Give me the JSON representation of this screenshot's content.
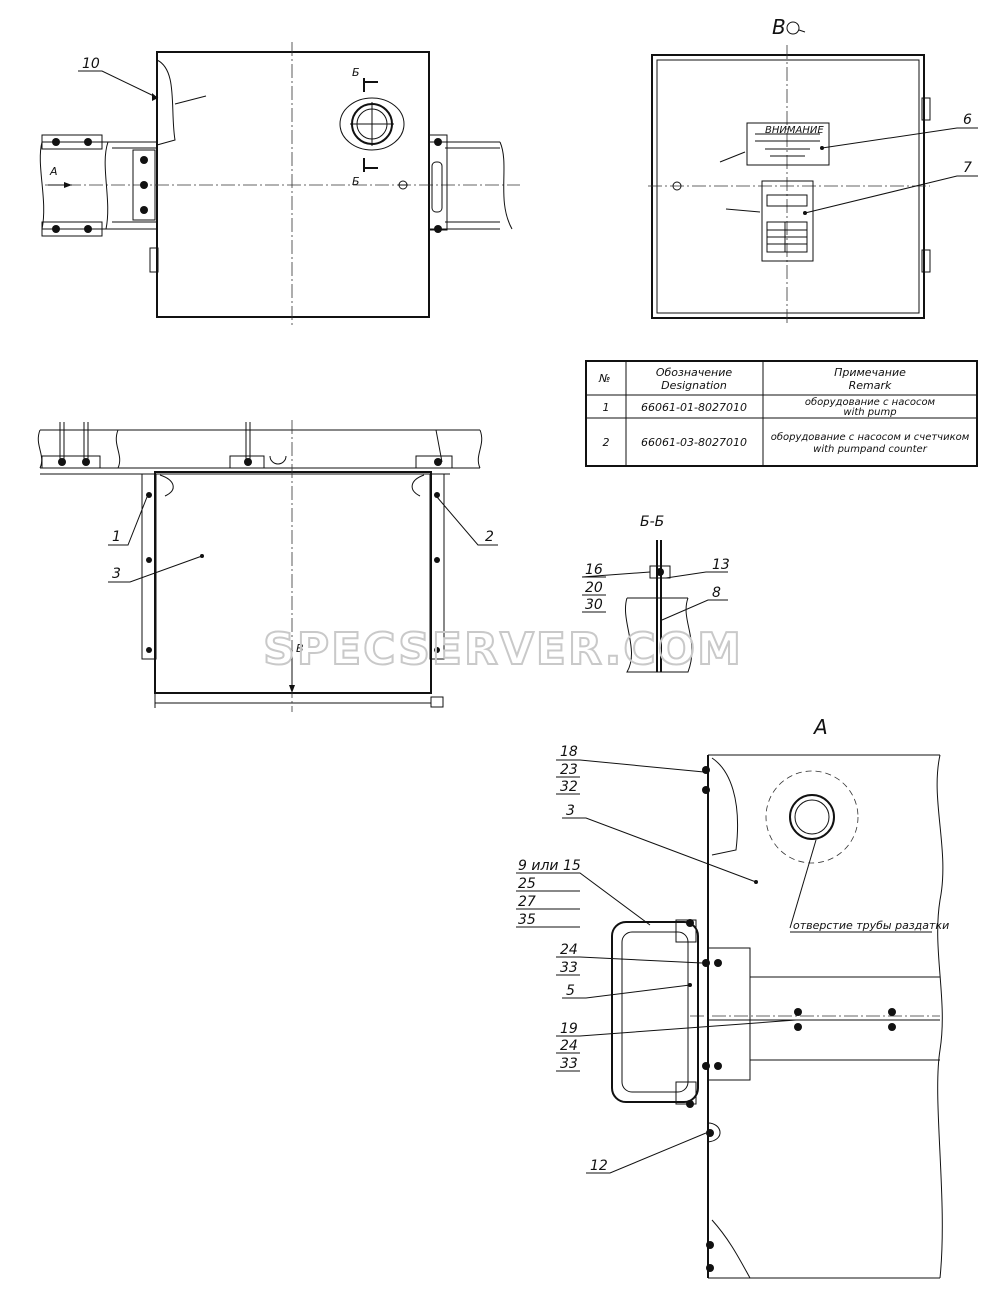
{
  "watermark": "SPECSERVER.COM",
  "views": {
    "view_v_title": "В",
    "section_title": "Б-Б",
    "detail_title": "А",
    "label_a": "А",
    "label_b": "Б",
    "label_v": "В"
  },
  "plates": {
    "warning": "ВНИМАНИЕ"
  },
  "callouts": {
    "top_left": [
      "10"
    ],
    "top_right": [
      "6",
      "7"
    ],
    "middle_left": [
      "1",
      "2",
      "3"
    ],
    "section": [
      "16",
      "20",
      "30",
      "13",
      "8"
    ],
    "detail": [
      "18",
      "23",
      "32",
      "3",
      "9 или 15",
      "25",
      "27",
      "35",
      "24",
      "33",
      "5",
      "19",
      "24",
      "33",
      "12"
    ]
  },
  "detail_note": "отверстие трубы раздатки",
  "table": {
    "headers": [
      {
        "ru": "№",
        "en": ""
      },
      {
        "ru": "Обозначение",
        "en": "Designation"
      },
      {
        "ru": "Примечание",
        "en": "Remark"
      }
    ],
    "rows": [
      {
        "num": "1",
        "designation": "66061-01-8027010",
        "remark_ru": "оборудование с насосом",
        "remark_en": "with pump"
      },
      {
        "num": "2",
        "designation": "66061-03-8027010",
        "remark_ru": "оборудование с насосом и счетчиком",
        "remark_en": "with pumpand counter"
      }
    ]
  }
}
